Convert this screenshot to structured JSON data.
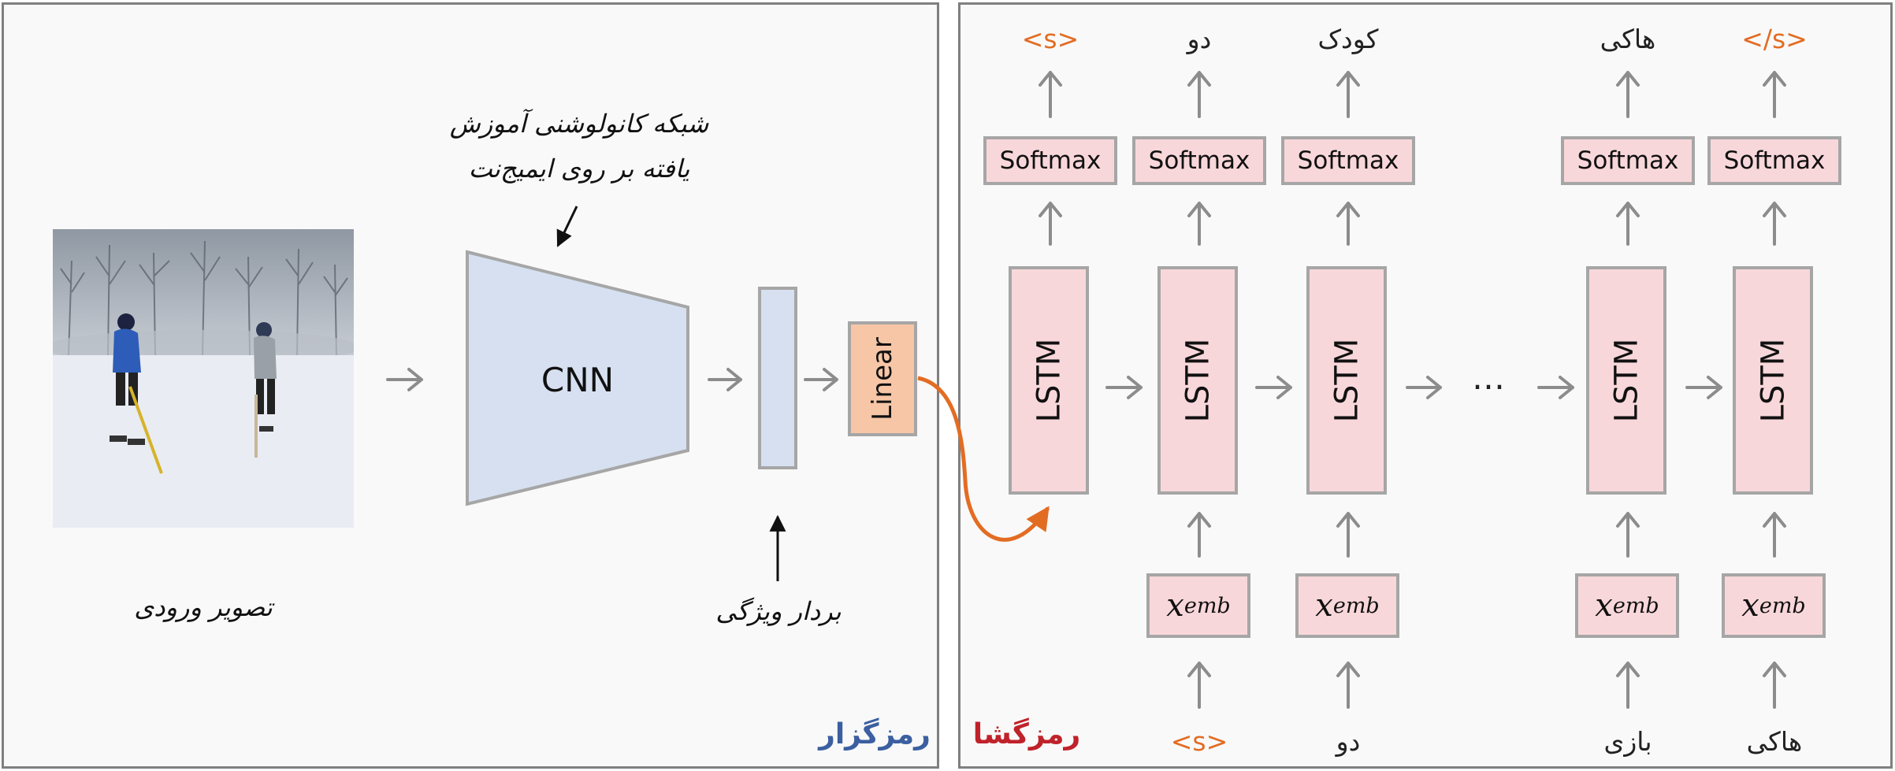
{
  "encoder": {
    "section_label": "رمزگزار",
    "input_caption": "تصویر ورودی",
    "cnn_note_line1": "شبکه کانولوشنی آموزش",
    "cnn_note_line2": "یافته بر روی ایمیج‌نت",
    "cnn_label": "CNN",
    "feature_caption": "بردار ویژگی",
    "linear_label": "Linear"
  },
  "decoder": {
    "section_label": "رمزگشا",
    "softmax_label": "Softmax",
    "lstm_label": "LSTM",
    "emb_base": "x",
    "emb_sub": "emb",
    "ellipsis": "…",
    "outputs": [
      "<s>",
      "دو",
      "کودک",
      "هاکی",
      "</s>"
    ],
    "inputs": [
      "<s>",
      "دو",
      "بازی",
      "هاکی"
    ]
  },
  "colors": {
    "encoder_label": "#3b5fa0",
    "decoder_label": "#c0222a",
    "special_token": "#e36c23",
    "cnn_fill": "#d6e0f0",
    "linear_fill": "#f6c6a6",
    "pink_fill": "#f8d7da",
    "arrow": "#8c8c8c",
    "curve": "#e36c23"
  }
}
